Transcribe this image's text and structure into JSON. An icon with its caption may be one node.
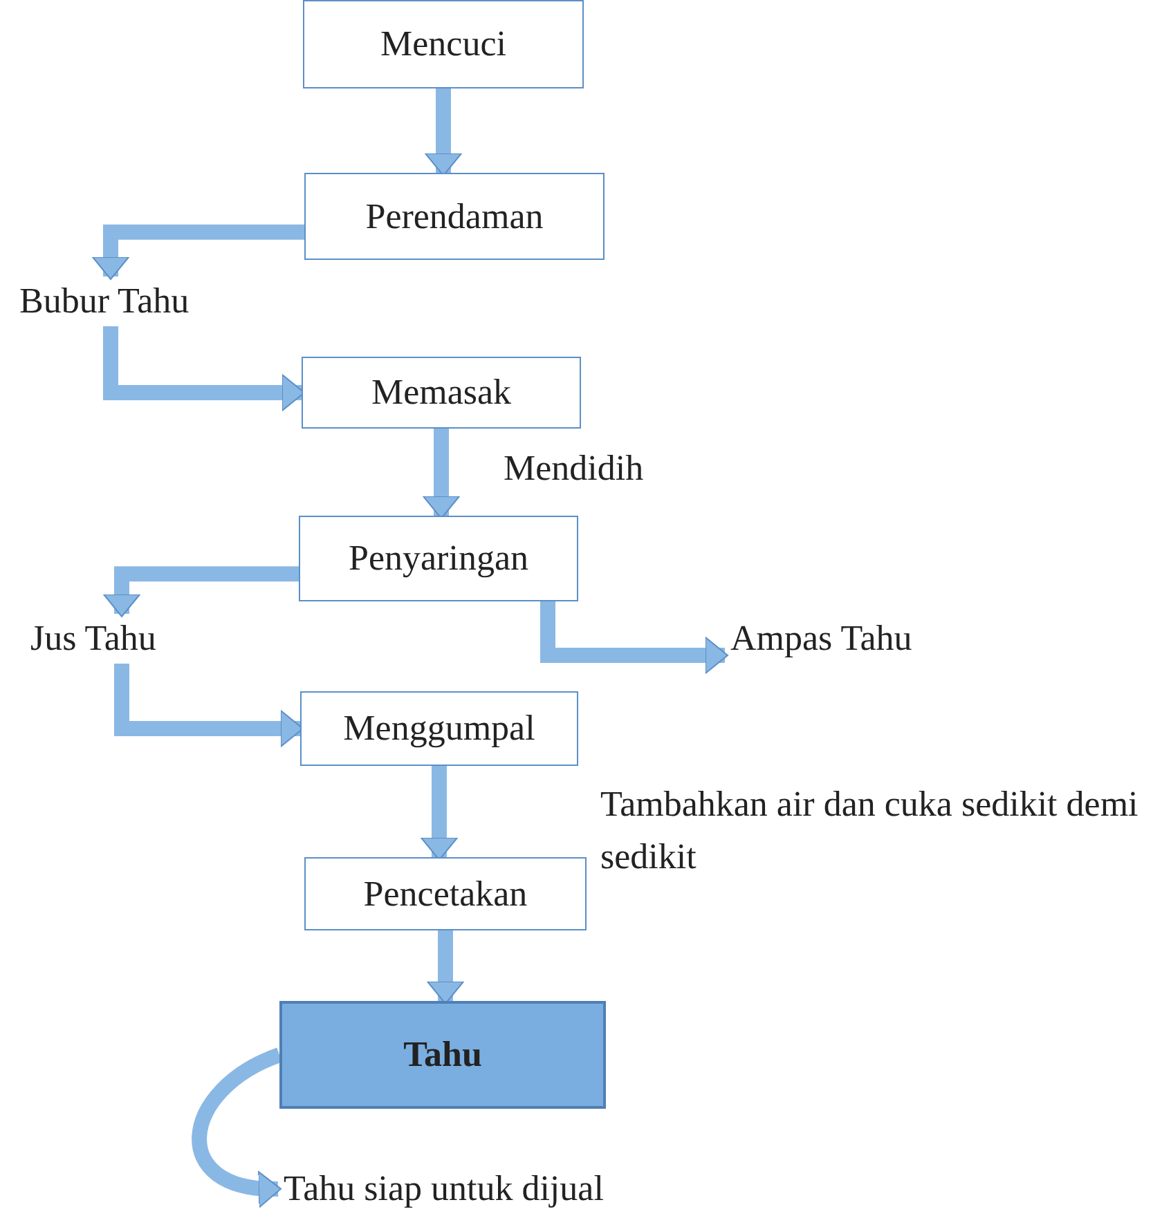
{
  "diagram": {
    "nodes": [
      {
        "text": [
          "Mencuci"
        ]
      },
      {
        "text": [
          "Perendaman"
        ]
      },
      {
        "text": [
          "Bubur Tahu"
        ]
      },
      {
        "text": [
          "Memasak"
        ]
      },
      {
        "text": [
          "Penyaringan"
        ]
      },
      {
        "text": [
          "Jus Tahu"
        ]
      },
      {
        "text": [
          "Ampas Tahu"
        ]
      },
      {
        "text": [
          "Menggumpal"
        ]
      },
      {
        "text": [
          "Pencetakan"
        ]
      },
      {
        "text": [
          "Tahu"
        ]
      },
      {
        "text": [
          "Tahu siap untuk dijual"
        ]
      }
    ],
    "edges": [
      {
        "from": 0,
        "to": 1,
        "arrow": "to"
      },
      {
        "from": 1,
        "to": 2,
        "arrow": "to"
      },
      {
        "from": 2,
        "to": 3,
        "arrow": "to"
      },
      {
        "from": 3,
        "to": 4,
        "arrow": "to",
        "label": "Mendidih"
      },
      {
        "from": 4,
        "to": 5,
        "arrow": "to"
      },
      {
        "from": 4,
        "to": 6,
        "arrow": "to"
      },
      {
        "from": 5,
        "to": 7,
        "arrow": "to"
      },
      {
        "from": 7,
        "to": 8,
        "arrow": "to",
        "label": "Tambahkan  air dan cuka sedikit demi sedikit"
      },
      {
        "from": 8,
        "to": 9,
        "arrow": "to"
      },
      {
        "from": 9,
        "to": 10,
        "arrow": "to"
      }
    ]
  }
}
